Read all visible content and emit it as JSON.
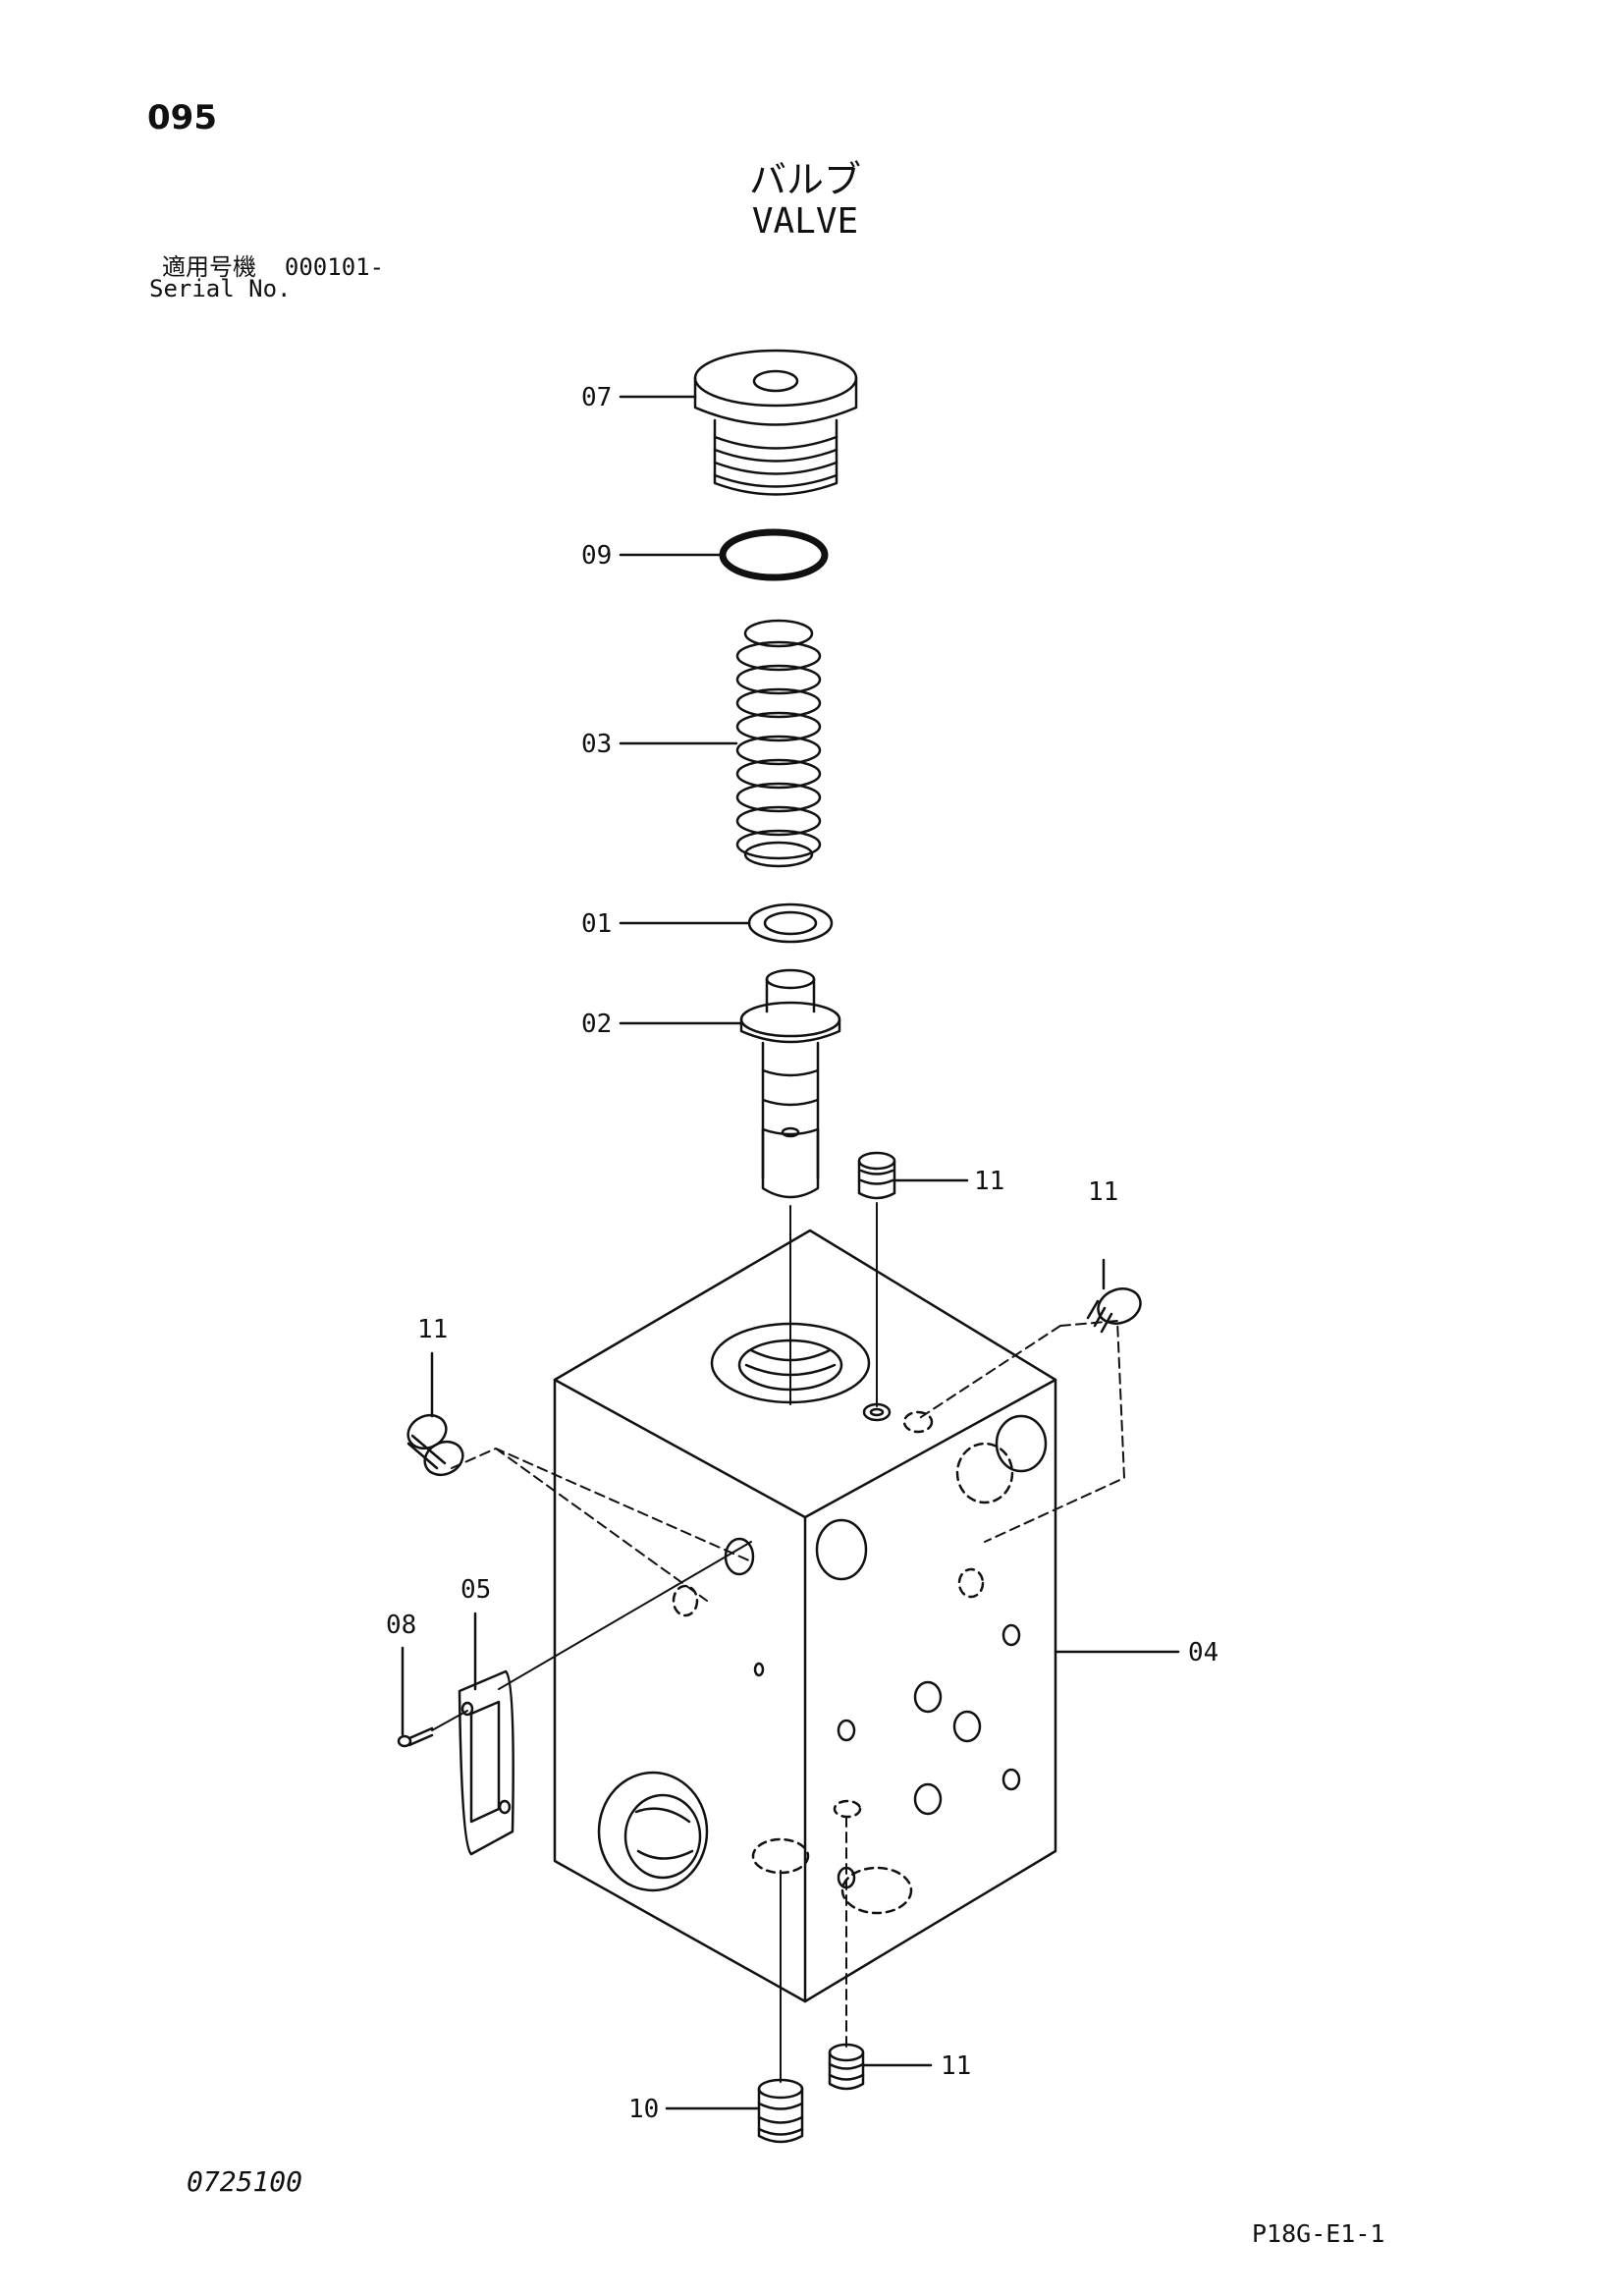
{
  "header": {
    "page_number": "095",
    "title_japanese": "バルブ",
    "title_english": "VALVE",
    "serial_label_japanese": "適用号機",
    "serial_number": "000101-",
    "serial_label_english": "Serial No."
  },
  "footer": {
    "document_code": "0725100",
    "sheet_code": "P18G-E1-1"
  },
  "callouts": {
    "plug_top": "07",
    "o_ring": "09",
    "spring": "03",
    "washer": "01",
    "spool": "02",
    "plug_11_top": "11",
    "plug_11_right": "11",
    "plug_11_left": "11",
    "block": "04",
    "plate": "05",
    "screw": "08",
    "plug_10_bottom": "10",
    "plug_11_bottom": "11"
  }
}
